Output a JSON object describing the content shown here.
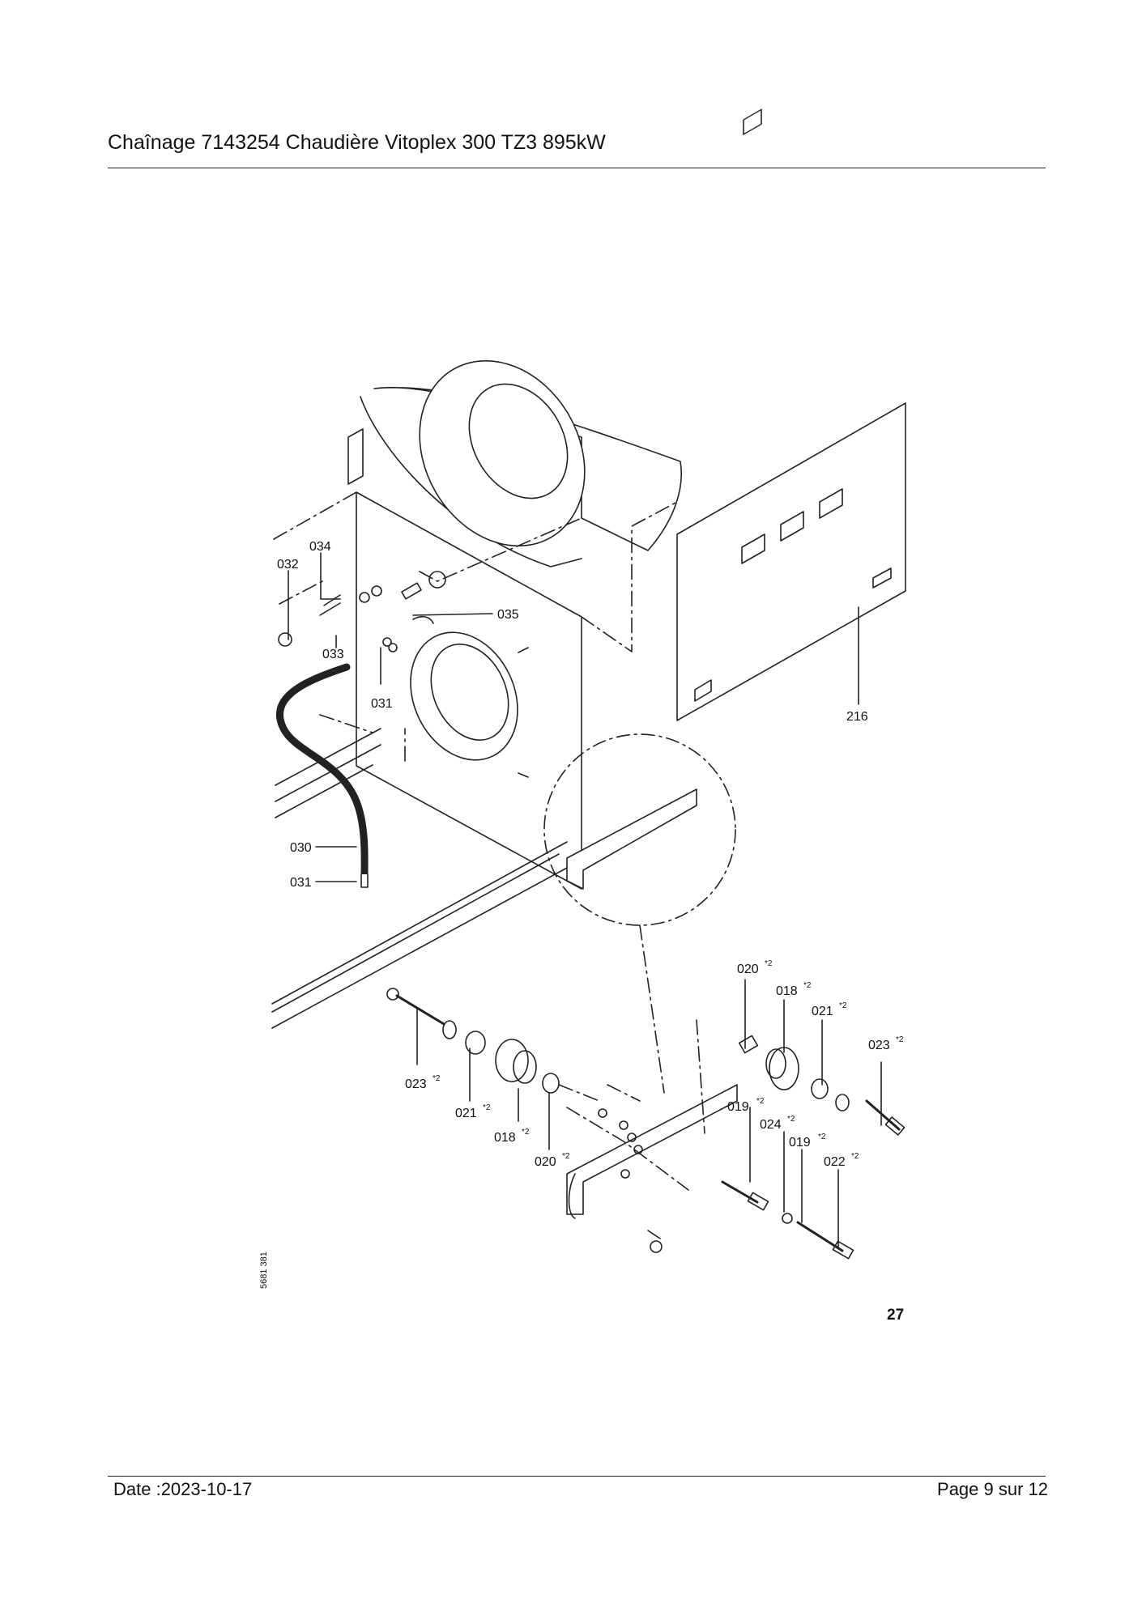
{
  "header": {
    "title": "Chaînage 7143254 Chaudière Vitoplex 300 TZ3 895kW"
  },
  "diagram": {
    "figure_number": "27",
    "drawing_code": "5681 381",
    "labels": {
      "p032": "032",
      "p034": "034",
      "p033": "033",
      "p035": "035",
      "p031a": "031",
      "p031b": "031",
      "p030": "030",
      "p216": "216",
      "p020a": "020",
      "p018a": "018",
      "p021a": "021",
      "p023a": "023",
      "p023b": "023",
      "p021b": "021",
      "p018b": "018",
      "p020b": "020",
      "p019a": "019",
      "p024": "024",
      "p019b": "019",
      "p022": "022"
    },
    "footnote_mark": "*2"
  },
  "footer": {
    "date": "Date :2023-10-17",
    "page": "Page 9 sur  12"
  }
}
